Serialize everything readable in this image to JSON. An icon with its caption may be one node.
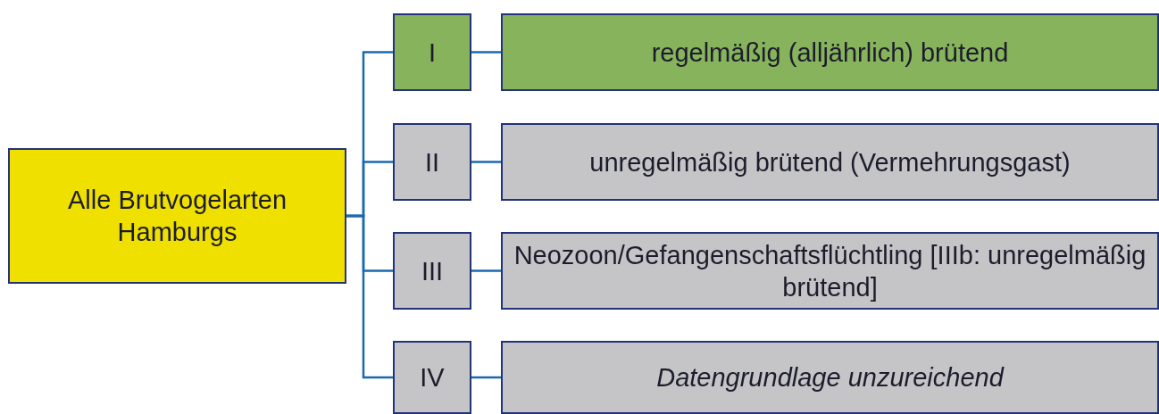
{
  "diagram": {
    "nodes": [
      {
        "text": [
          "Alle Brutvogelarten Hamburgs"
        ]
      },
      {
        "text": [
          "I"
        ]
      },
      {
        "text": [
          "regelmäßig (alljährlich) brütend"
        ]
      },
      {
        "text": [
          "II"
        ]
      },
      {
        "text": [
          "unregelmäßig brütend (Vermehrungsgast)"
        ]
      },
      {
        "text": [
          "III"
        ]
      },
      {
        "text": [
          "Neozoon/Gefangenschaftsflüchtling [IIIb: unregelmäßig brütend]"
        ]
      },
      {
        "text": [
          "IV"
        ]
      },
      {
        "text": [
          "Datengrundlage unzureichend"
        ]
      }
    ],
    "edges": [
      {
        "from": 0,
        "to": 1,
        "arrow": "none"
      },
      {
        "from": 0,
        "to": 3,
        "arrow": "none"
      },
      {
        "from": 0,
        "to": 5,
        "arrow": "none"
      },
      {
        "from": 0,
        "to": 7,
        "arrow": "none"
      },
      {
        "from": 1,
        "to": 2,
        "arrow": "none"
      },
      {
        "from": 3,
        "to": 4,
        "arrow": "none"
      },
      {
        "from": 5,
        "to": 6,
        "arrow": "none"
      },
      {
        "from": 7,
        "to": 8,
        "arrow": "none"
      }
    ]
  }
}
